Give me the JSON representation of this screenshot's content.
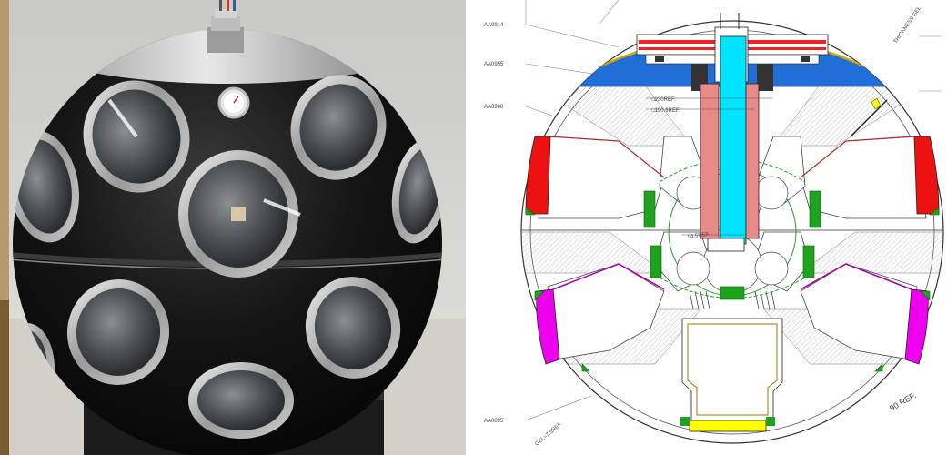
{
  "photo": {
    "description_alt": "Photograph of a black spherical optical module with many round glass windows"
  },
  "drawing": {
    "part_labels": [
      "AA0914",
      "AA0955",
      "AA0908",
      "AA0895"
    ],
    "dim_labels": {
      "d230": "□230REF.",
      "d190": "□190.6REF.",
      "d94": "94.5REF.",
      "angle90": "90 REF.",
      "thickness": "THICKNESS GEL",
      "gel_bottom": "GEL=7.5REF."
    },
    "colors": {
      "cap_blue": "#1f6fd6",
      "shaft_cyan": "#00e5ff",
      "shaft_pink": "#e88a8a",
      "red_window": "#ee1111",
      "magenta_window": "#ee00ee",
      "yellow_base": "#ffff00",
      "green_mounts": "#1fa31f"
    }
  }
}
